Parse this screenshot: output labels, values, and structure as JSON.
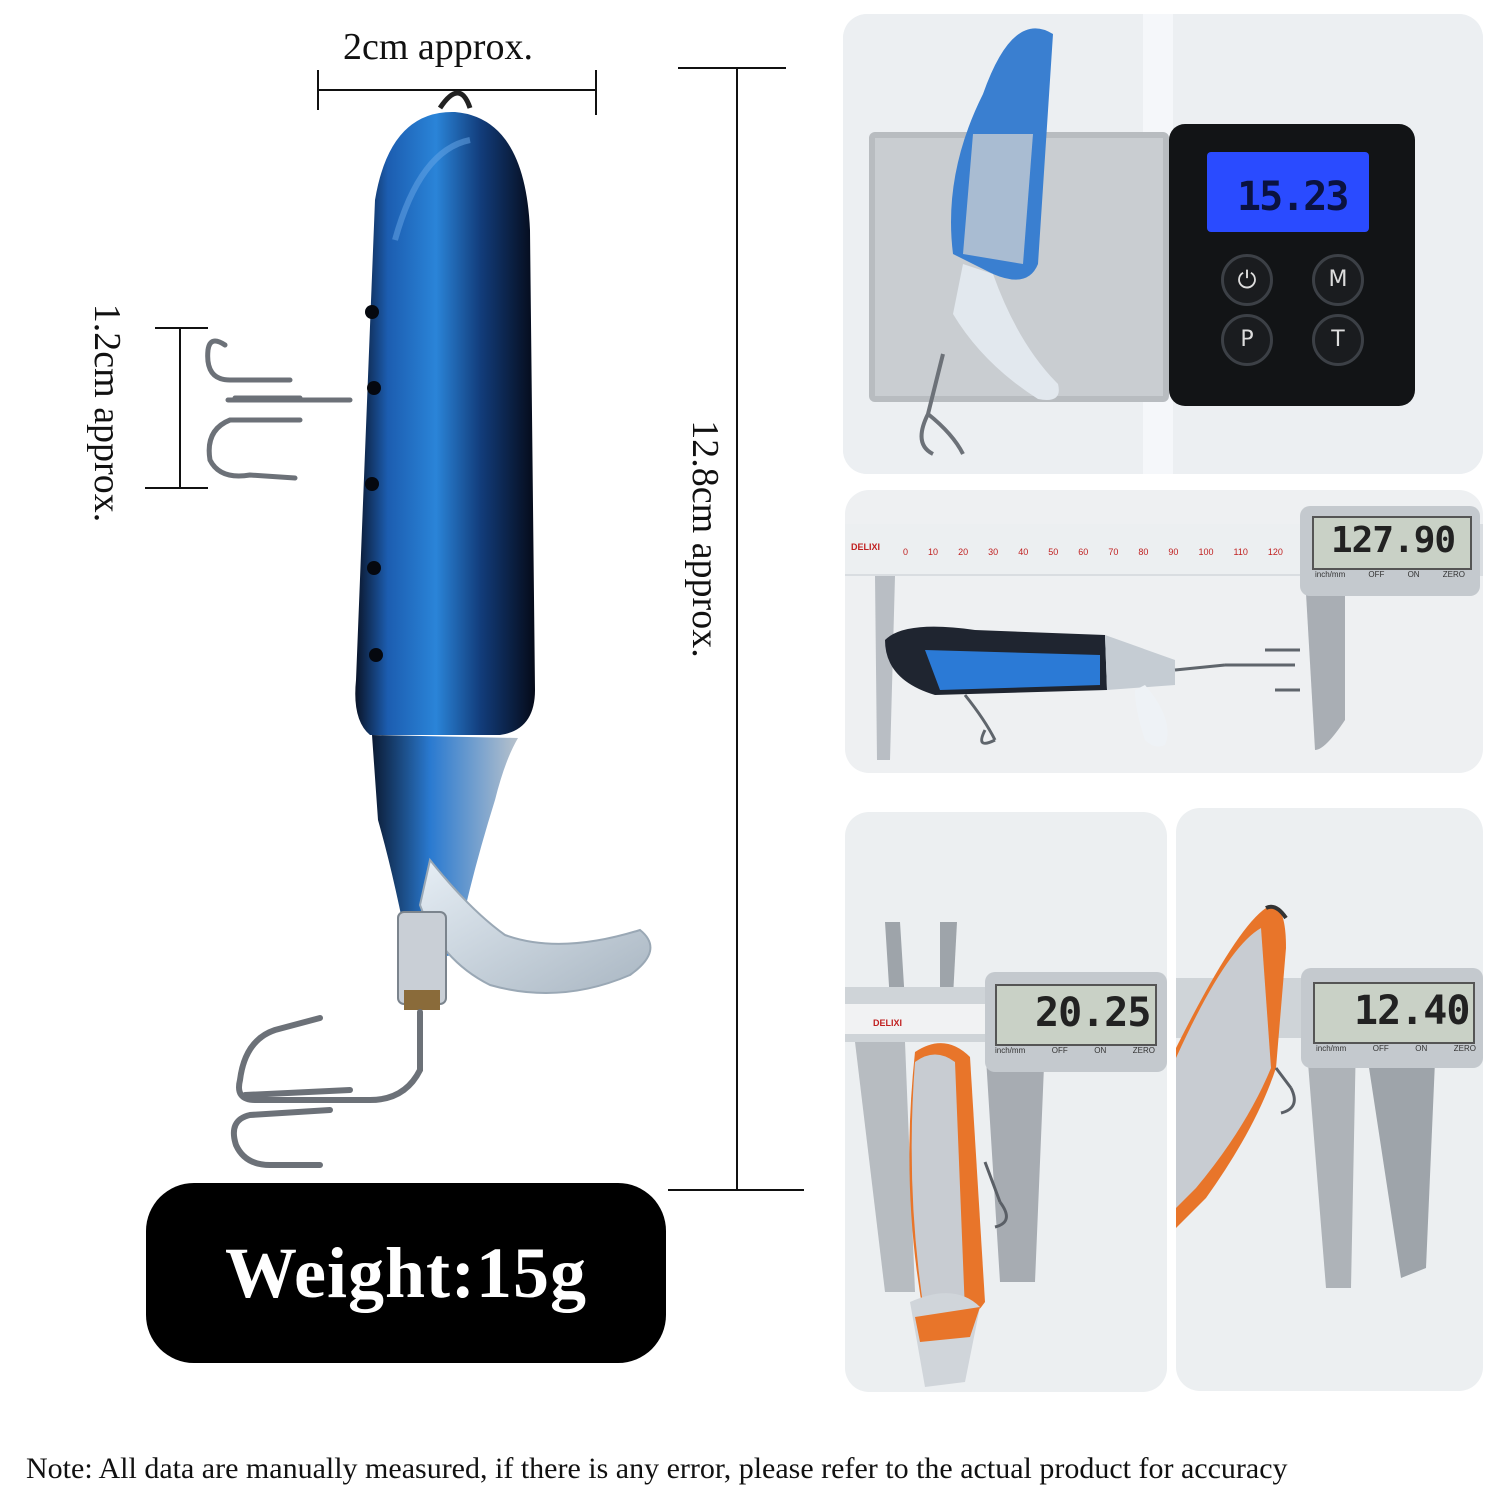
{
  "dimensions": {
    "width_label": "2cm approx.",
    "hook_label": "1.2cm approx.",
    "length_label": "12.8cm approx."
  },
  "weight_label": "Weight:15g",
  "note": "Note: All data are manually measured, if there is any error, please refer to the actual product for accuracy",
  "scale_panel": {
    "reading": "15.23",
    "buttons": [
      "M",
      "P",
      "T"
    ],
    "power_icon": "power-icon"
  },
  "caliper_length_panel": {
    "reading": "127.90",
    "brand": "DELIXI",
    "buttons": [
      "inch/mm",
      "OFF",
      "ON",
      "ZERO"
    ],
    "ruler_ticks": [
      "0",
      "10",
      "20",
      "30",
      "40",
      "50",
      "60",
      "70",
      "80",
      "90",
      "100",
      "110",
      "120"
    ]
  },
  "caliper_width_panel": {
    "reading": "20.25",
    "brand": "DELIXI",
    "buttons": [
      "inch/mm",
      "OFF",
      "ON",
      "ZERO"
    ]
  },
  "caliper_height_panel": {
    "reading": "12.40",
    "buttons": [
      "inch/mm",
      "OFF",
      "ON",
      "ZERO"
    ]
  },
  "colors": {
    "lure_blue": "#1e6fc2",
    "lure_dark": "#0a1020",
    "orange_lure": "#e8752a",
    "scale_lcd": "#2a4bff"
  }
}
